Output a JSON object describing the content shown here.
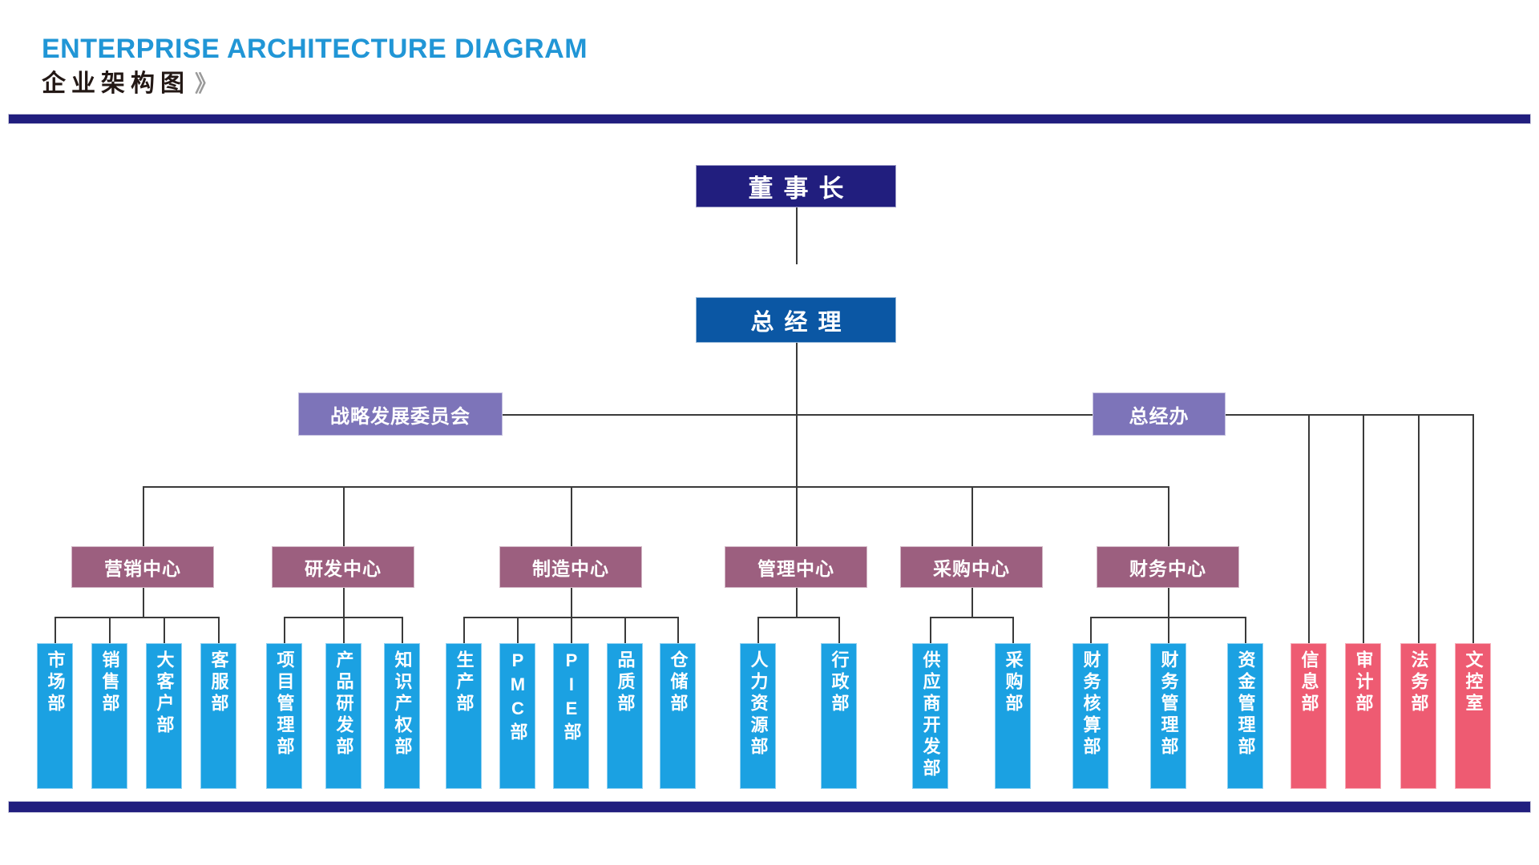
{
  "header": {
    "title_en": "ENTERPRISE ARCHITECTURE DIAGRAM",
    "title_cn": "企业架构图",
    "chevron": "》"
  },
  "colors": {
    "navy": "#211E7E",
    "blue": "#0B57A4",
    "purple": "#7D74B9",
    "mauve": "#9C5F7F",
    "cyan": "#1BA1E2",
    "pink": "#EE5B72",
    "title_blue": "#2196D6",
    "title_dark": "#231815"
  },
  "chart_data": {
    "type": "diagram",
    "title": "ENTERPRISE ARCHITECTURE DIAGRAM / 企业架构图",
    "levels": [
      "board",
      "executive",
      "committee",
      "center",
      "department"
    ],
    "nodes": [
      {
        "id": "chairman",
        "label": "董事长",
        "level": "board",
        "color": "#211E7E"
      },
      {
        "id": "gm",
        "label": "总经理",
        "level": "executive",
        "color": "#0B57A4"
      },
      {
        "id": "strategy",
        "label": "战略发展委员会",
        "level": "committee",
        "color": "#7D74B9"
      },
      {
        "id": "gm-office",
        "label": "总经办",
        "level": "committee",
        "color": "#7D74B9"
      },
      {
        "id": "marketing-center",
        "label": "营销中心",
        "level": "center",
        "color": "#9C5F7F"
      },
      {
        "id": "rd-center",
        "label": "研发中心",
        "level": "center",
        "color": "#9C5F7F"
      },
      {
        "id": "manufacturing-center",
        "label": "制造中心",
        "level": "center",
        "color": "#9C5F7F"
      },
      {
        "id": "management-center",
        "label": "管理中心",
        "level": "center",
        "color": "#9C5F7F"
      },
      {
        "id": "purchasing-center",
        "label": "采购中心",
        "level": "center",
        "color": "#9C5F7F"
      },
      {
        "id": "finance-center",
        "label": "财务中心",
        "level": "center",
        "color": "#9C5F7F"
      }
    ],
    "edges": [
      [
        "chairman",
        "gm"
      ],
      [
        "gm",
        "strategy"
      ],
      [
        "gm",
        "gm-office"
      ],
      [
        "gm",
        "marketing-center"
      ],
      [
        "gm",
        "rd-center"
      ],
      [
        "gm",
        "manufacturing-center"
      ],
      [
        "gm",
        "management-center"
      ],
      [
        "gm",
        "purchasing-center"
      ],
      [
        "gm",
        "finance-center"
      ]
    ]
  },
  "top": {
    "chairman": "董事长",
    "general_manager": "总经理"
  },
  "committees": {
    "strategy": "战略发展委员会",
    "gm_office": "总经办"
  },
  "centers": [
    {
      "id": "marketing",
      "label": "营销中心"
    },
    {
      "id": "rd",
      "label": "研发中心"
    },
    {
      "id": "manufacturing",
      "label": "制造中心"
    },
    {
      "id": "management",
      "label": "管理中心"
    },
    {
      "id": "purchasing",
      "label": "采购中心"
    },
    {
      "id": "finance",
      "label": "财务中心"
    }
  ],
  "departments": {
    "marketing": [
      {
        "id": "market",
        "label": "市场部"
      },
      {
        "id": "sales",
        "label": "销售部"
      },
      {
        "id": "key-account",
        "label": "大客户部"
      },
      {
        "id": "customer-service",
        "label": "客服部"
      }
    ],
    "rd": [
      {
        "id": "project-management",
        "label": "项目管理部"
      },
      {
        "id": "product-rd",
        "label": "产品研发部"
      },
      {
        "id": "ip",
        "label": "知识产权部"
      }
    ],
    "manufacturing": [
      {
        "id": "production",
        "label": "生产部"
      },
      {
        "id": "pmc",
        "label": "PMC部"
      },
      {
        "id": "pie",
        "label": "PIE部"
      },
      {
        "id": "quality",
        "label": "品质部"
      },
      {
        "id": "warehouse",
        "label": "仓储部"
      }
    ],
    "management": [
      {
        "id": "hr",
        "label": "人力资源部"
      },
      {
        "id": "admin",
        "label": "行政部"
      }
    ],
    "purchasing": [
      {
        "id": "supplier-dev",
        "label": "供应商开发部"
      },
      {
        "id": "procurement",
        "label": "采购部"
      }
    ],
    "finance": [
      {
        "id": "accounting",
        "label": "财务核算部"
      },
      {
        "id": "fin-management",
        "label": "财务管理部"
      },
      {
        "id": "fund-management",
        "label": "资金管理部"
      }
    ],
    "direct": [
      {
        "id": "information",
        "label": "信息部"
      },
      {
        "id": "audit",
        "label": "审计部"
      },
      {
        "id": "legal",
        "label": "法务部"
      },
      {
        "id": "doc-control",
        "label": "文控室"
      }
    ]
  }
}
